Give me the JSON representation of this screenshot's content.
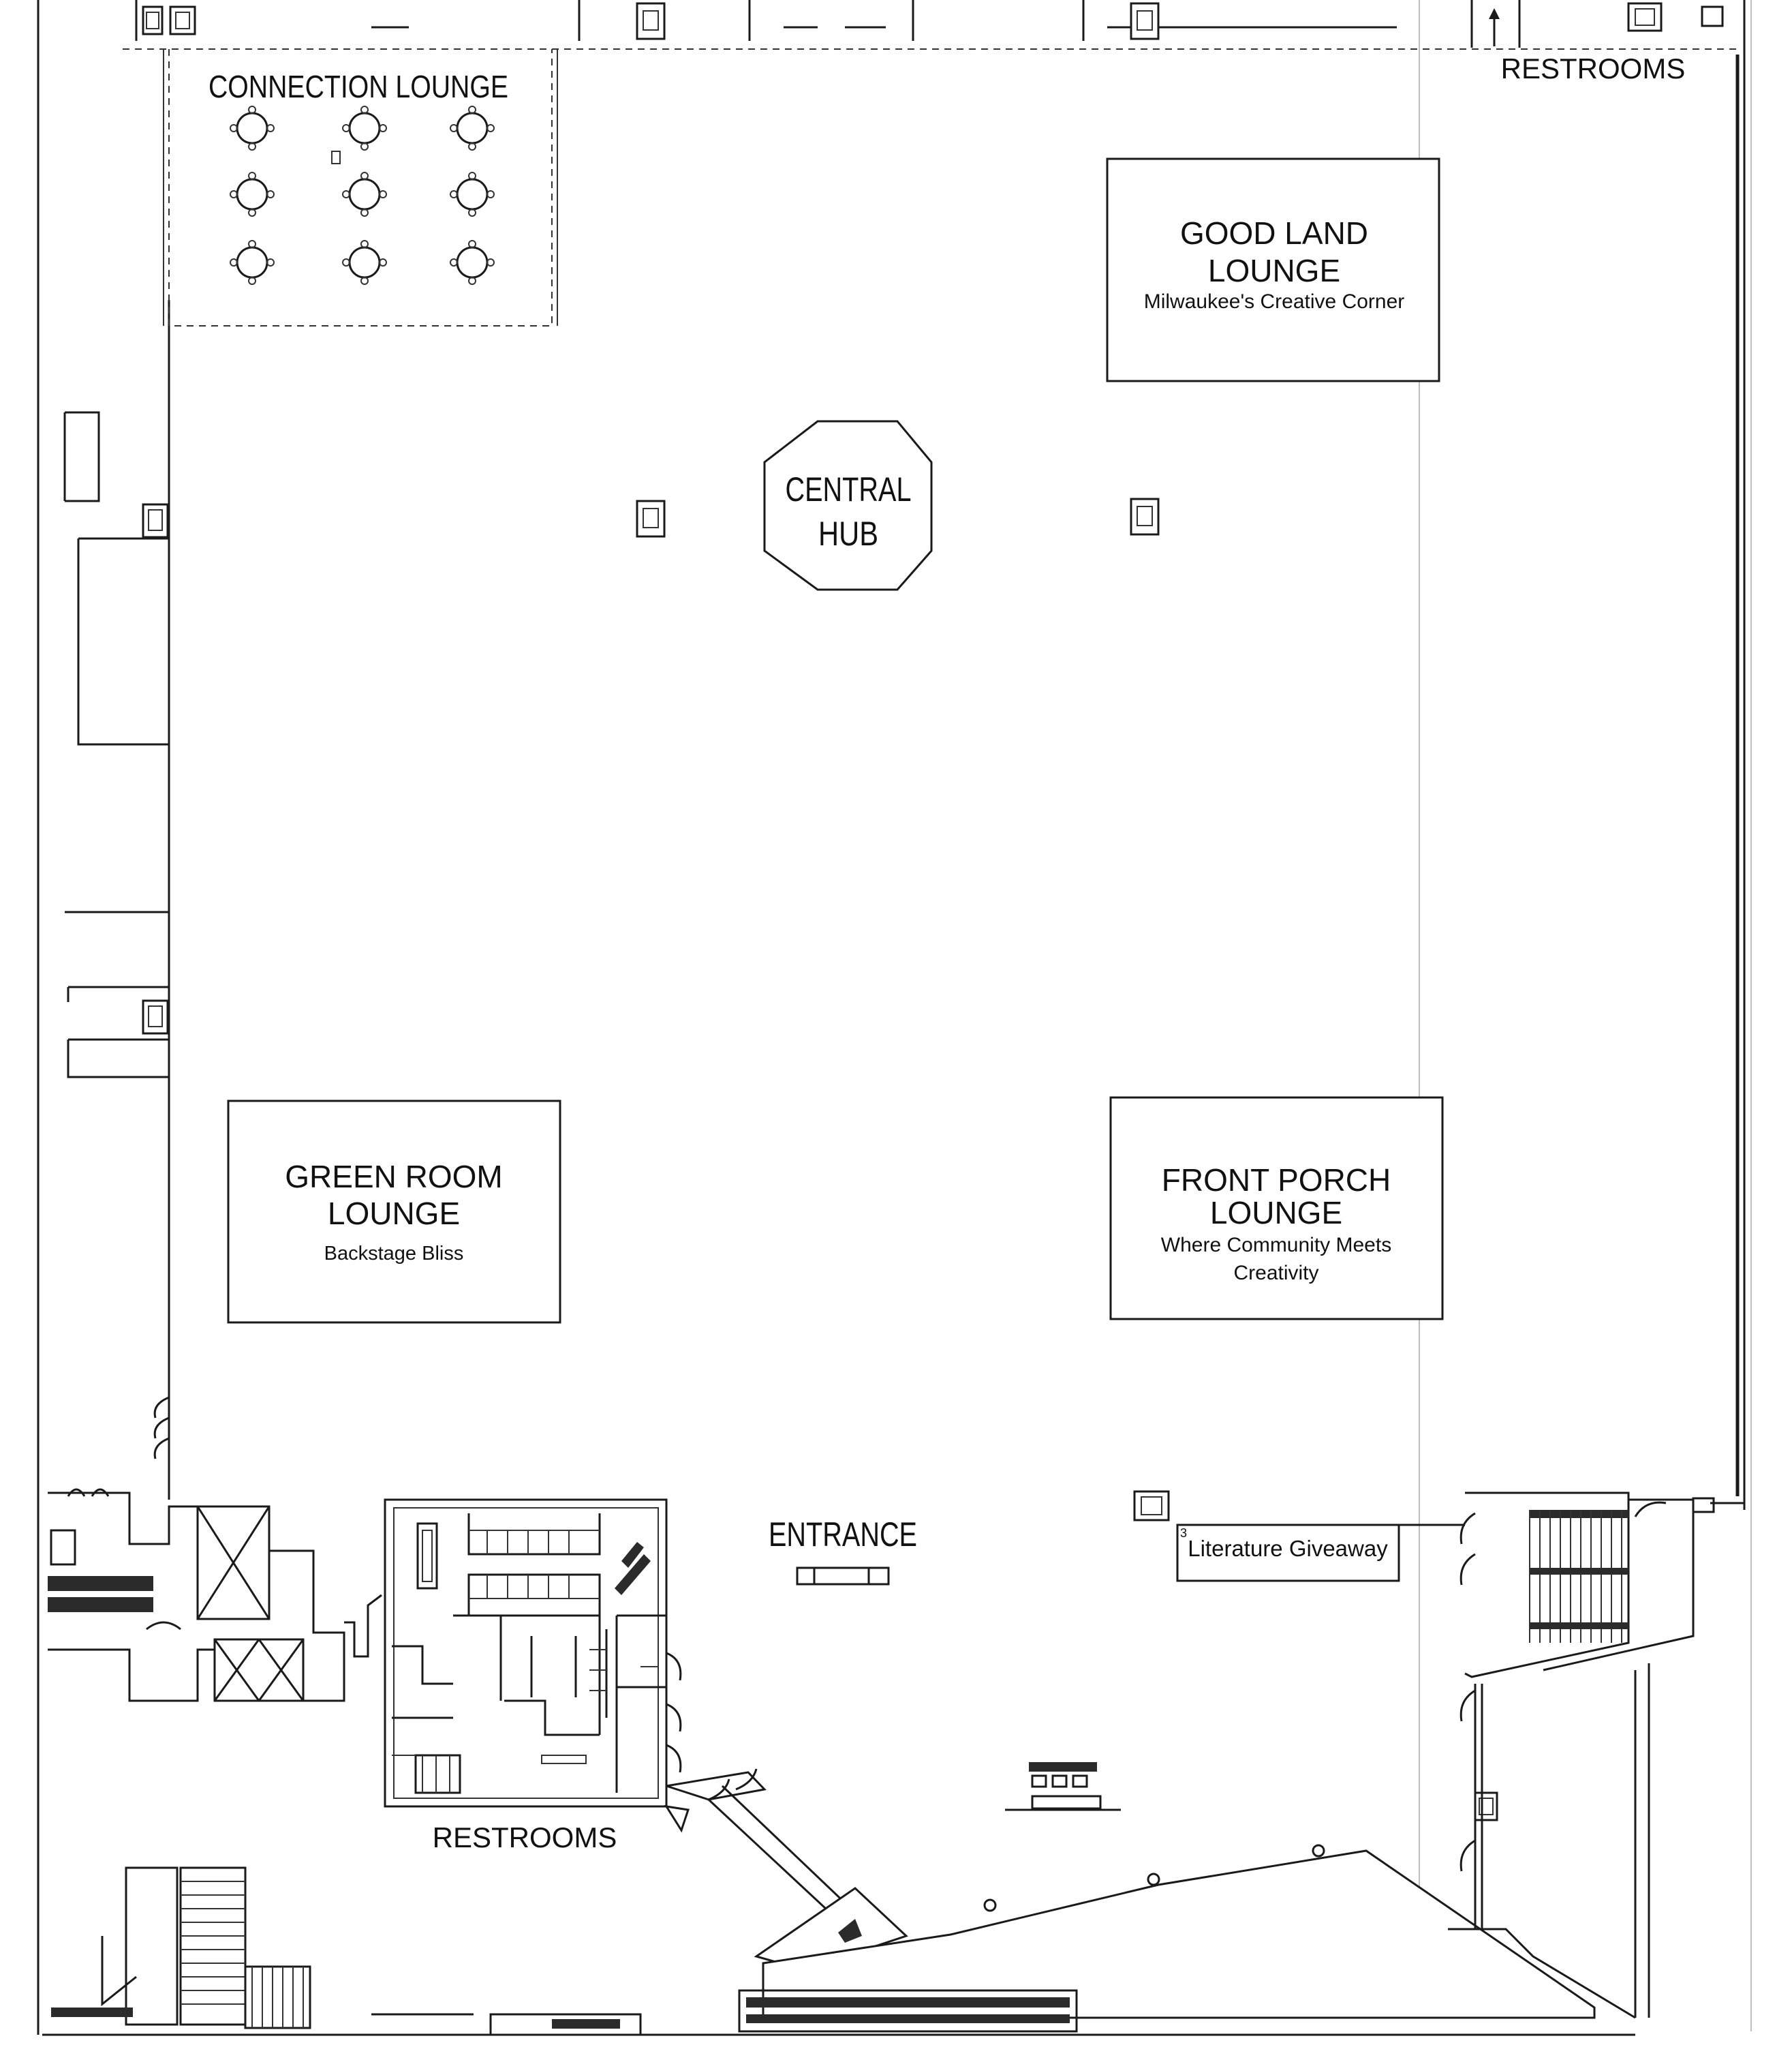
{
  "labels": {
    "connection_lounge": "CONNECTION LOUNGE",
    "good_land_title_1": "GOOD LAND",
    "good_land_title_2": "LOUNGE",
    "good_land_sub": "Milwaukee's Creative Corner",
    "central_hub_1": "CENTRAL",
    "central_hub_2": "HUB",
    "green_room_title_1": "GREEN ROOM",
    "green_room_title_2": "LOUNGE",
    "green_room_sub": "Backstage Bliss",
    "front_porch_title_1": "FRONT PORCH",
    "front_porch_title_2": "LOUNGE",
    "front_porch_sub_1": "Where Community Meets",
    "front_porch_sub_2": "Creativity",
    "entrance": "ENTRANCE",
    "literature_giveaway": "Literature Giveaway",
    "literature_number": "3",
    "restrooms_top": "RESTROOMS",
    "restrooms_bottom": "RESTROOMS"
  },
  "icons": {
    "restroom_arrow": "up-arrow-icon",
    "column": "column-icon",
    "round_table": "round-table-icon"
  },
  "colors": {
    "ink": "#1a1a1a",
    "background": "#ffffff"
  }
}
